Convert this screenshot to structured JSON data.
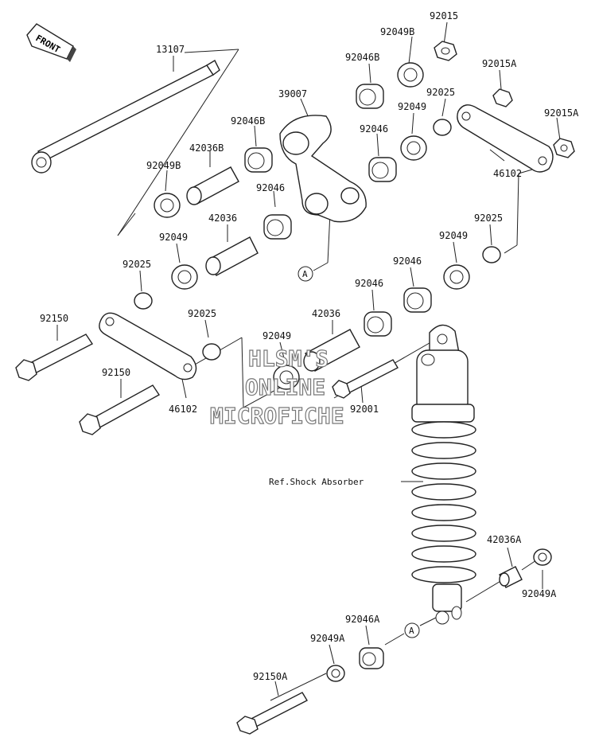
{
  "front_label": "FRONT",
  "watermark": [
    "HLSM'S",
    "ONLINE",
    "MICROFICHE"
  ],
  "callout_a": "A",
  "ref_label": "Ref.Shock Absorber",
  "parts": {
    "p13107": "13107",
    "p39007": "39007",
    "p92015": "92015",
    "p92015A_1": "92015A",
    "p92015A_2": "92015A",
    "p92049B_1": "92049B",
    "p92049B_2": "92049B",
    "p92046B_1": "92046B",
    "p92046B_2": "92046B",
    "p92025_1": "92025",
    "p92025_2": "92025",
    "p92025_3": "92025",
    "p92025_4": "92025",
    "p92049_1": "92049",
    "p92049_2": "92049",
    "p92049_3": "92049",
    "p92049_4": "92049",
    "p92046_1": "92046",
    "p92046_2": "92046",
    "p92046_3": "92046",
    "p92046_4": "92046",
    "p46102_1": "46102",
    "p46102_2": "46102",
    "p42036B": "42036B",
    "p42036_1": "42036",
    "p42036_2": "42036",
    "p92150_1": "92150",
    "p92150_2": "92150",
    "p92001": "92001",
    "p42036A": "42036A",
    "p92049A_1": "92049A",
    "p92049A_2": "92049A",
    "p92046A": "92046A",
    "p92150A": "92150A"
  }
}
